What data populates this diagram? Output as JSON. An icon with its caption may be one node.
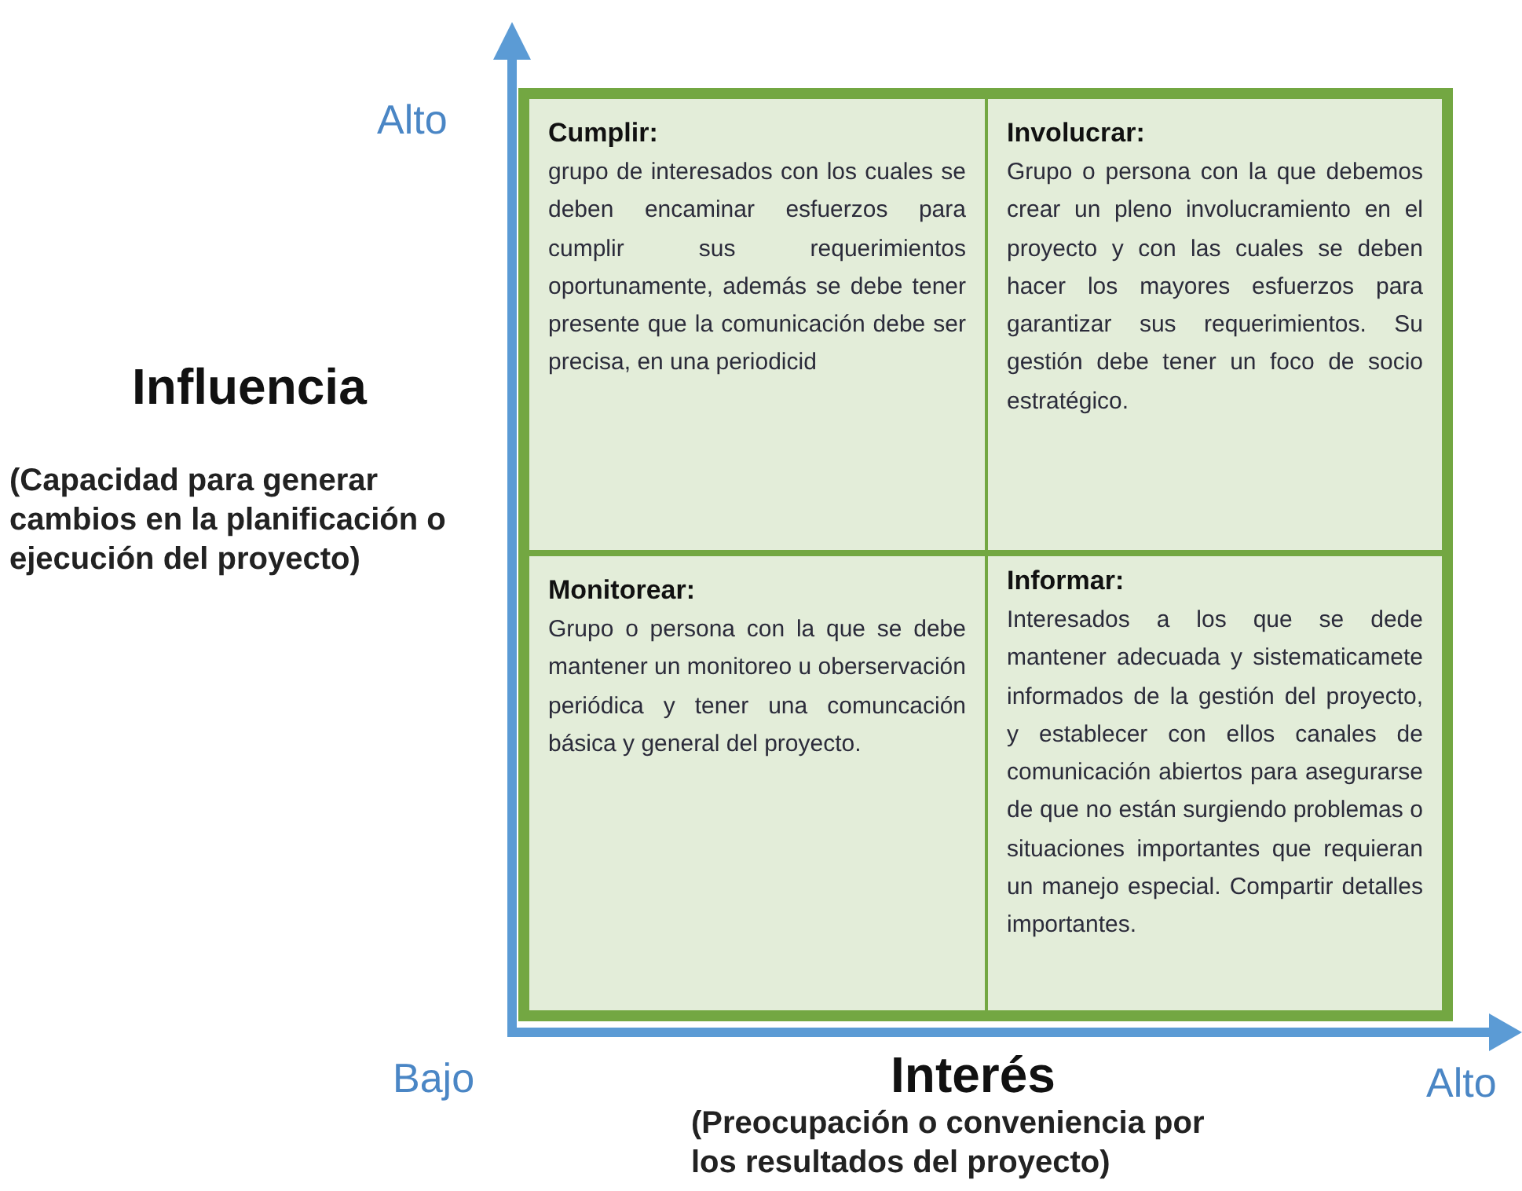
{
  "diagram": {
    "nodes": [
      {
        "text": [
          "Cumplir:",
          "grupo de interesados con los cuales se deben encaminar esfuerzos para cumplir sus requerimientos oportunamente, además se debe tener presente que la comunicación debe ser precisa, en una periodicid"
        ]
      },
      {
        "text": [
          "Involucrar:",
          "Grupo o persona con la que debemos crear un pleno involucramiento en el proyecto y con las cuales se deben hacer los mayores esfuerzos para garantizar sus requerimientos. Su gestión debe tener un foco de socio estratégico."
        ]
      },
      {
        "text": [
          "Monitorear:",
          "Grupo o persona con la que se debe mantener un monitoreo u oberservación periódica y tener una comuncación básica y general del proyecto."
        ]
      },
      {
        "text": [
          "Informar:",
          "Interesados a los que se dede mantener adecuada y sistematicamete informados de la gestión del proyecto, y establecer con ellos canales de comunicación abiertos para asegurarse de que no están surgiendo problemas o situaciones importantes que requieran un manejo especial. Compartir detalles importantes."
        ]
      }
    ],
    "labels": [
      "Alto",
      "Influencia",
      "(Capacidad para generar cambios en la planificación o ejecución del proyecto)",
      "Bajo",
      "Interés",
      "Alto",
      "(Preocupación o conveniencia por los resultados del proyecto)"
    ]
  }
}
